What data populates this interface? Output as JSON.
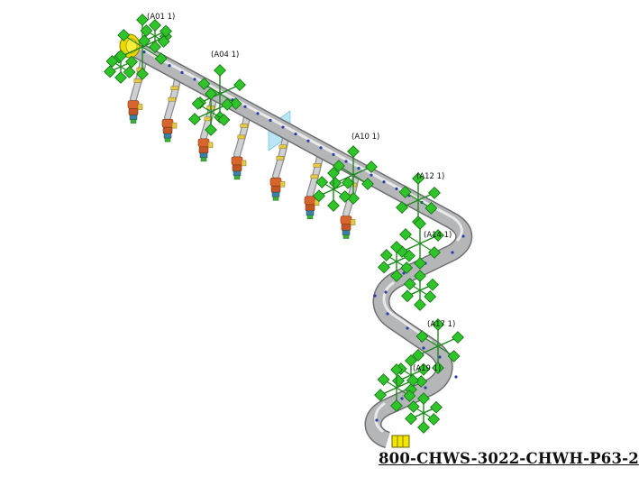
{
  "drawing": {
    "title": "800-CHWS-3022-CHWH-P63-2",
    "colors": {
      "pipe": "#a9abad",
      "pipe_edge": "#6e7073",
      "support": "#2fc42a",
      "support_dark": "#1e8a1c",
      "flange": "#f2e600",
      "valve_body": "#d8642e",
      "valve_trim": "#e3c84a",
      "drop_pipe": "#cfd0d2",
      "weld_dot": "#2b3fa8",
      "section_plane": "#7fd0ee"
    },
    "support_tags": [
      {
        "name": "support-tag-a01",
        "text": "(A01  1)"
      },
      {
        "name": "support-tag-a04",
        "text": "(A04  1)"
      },
      {
        "name": "support-tag-a10",
        "text": "(A10  1)"
      },
      {
        "name": "support-tag-a12",
        "text": "(A12  1)"
      },
      {
        "name": "support-tag-a14",
        "text": "(A14  1)"
      },
      {
        "name": "support-tag-a17",
        "text": "(A17  1)"
      },
      {
        "name": "support-tag-a19",
        "text": "(A19  1)"
      }
    ]
  }
}
